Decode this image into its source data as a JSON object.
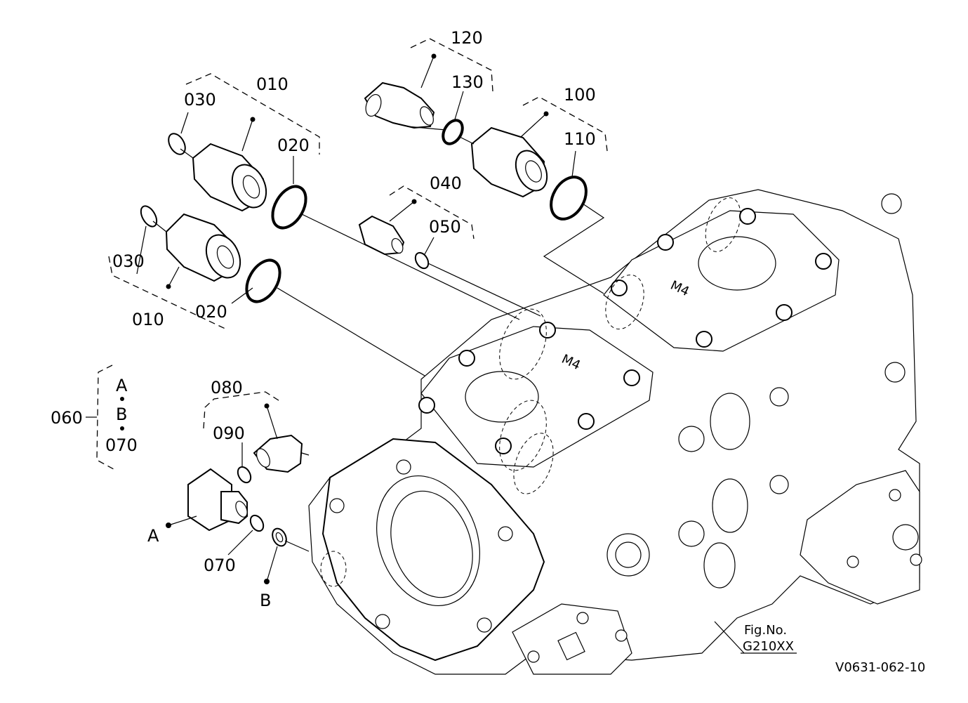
{
  "callouts": {
    "c010_top": "010",
    "c010_bottom": "010",
    "c020_top": "020",
    "c020_bottom": "020",
    "c030_top": "030",
    "c030_bottom": "030",
    "c040": "040",
    "c050": "050",
    "c060": "060",
    "c070_a": "070",
    "c070_b": "070",
    "c080": "080",
    "c090": "090",
    "c100": "100",
    "c110": "110",
    "c120": "120",
    "c130": "130",
    "point_a": "A",
    "point_b": "B",
    "bracket_a": "A",
    "bracket_b": "B"
  },
  "motor_marks": {
    "m4_left": "M4",
    "m4_right": "M4"
  },
  "figure": {
    "label": "Fig.No.",
    "number": "G210XX"
  },
  "drawing_code": "V0631-062-10"
}
